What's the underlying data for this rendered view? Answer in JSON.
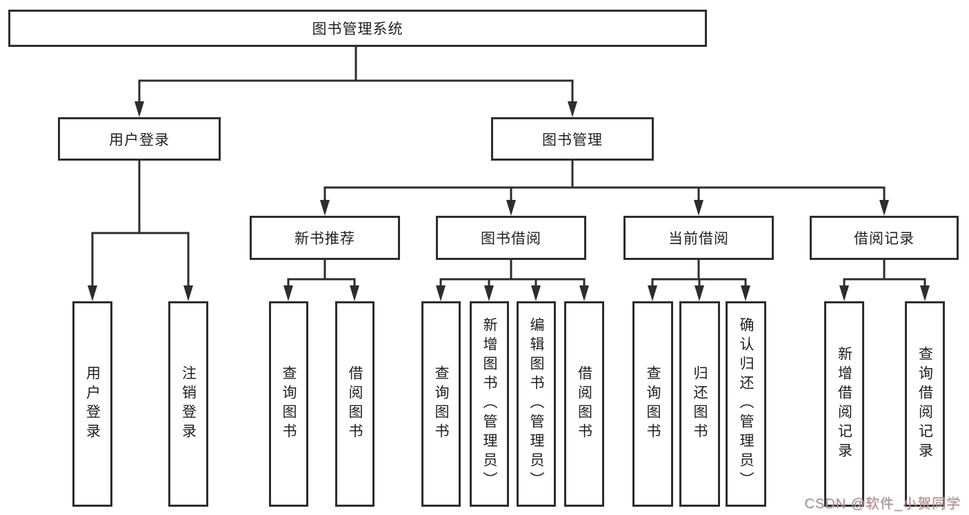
{
  "diagram": {
    "root_label": "图书管理系统",
    "branches": [
      {
        "label": "用户登录",
        "children": [
          "用户登录",
          "注销登录"
        ]
      },
      {
        "label": "图书管理",
        "groups": [
          {
            "label": "新书推荐",
            "children": [
              "查询图书",
              "借阅图书"
            ]
          },
          {
            "label": "图书借阅",
            "children": [
              "查询图书",
              "新增图书（管理员）",
              "编辑图书（管理员）",
              "借阅图书"
            ]
          },
          {
            "label": "当前借阅",
            "children": [
              "查询图书",
              "归还图书",
              "确认归还（管理员）"
            ]
          },
          {
            "label": "借阅记录",
            "children": [
              "新增借阅记录",
              "查询借阅记录"
            ]
          }
        ]
      }
    ],
    "watermark": "CSDN @软件_小贺同学",
    "colors": {
      "line": "#2d2d2d",
      "text": "#1f1f1f",
      "background": "#ffffff",
      "watermark": "#9c9c9c"
    }
  }
}
